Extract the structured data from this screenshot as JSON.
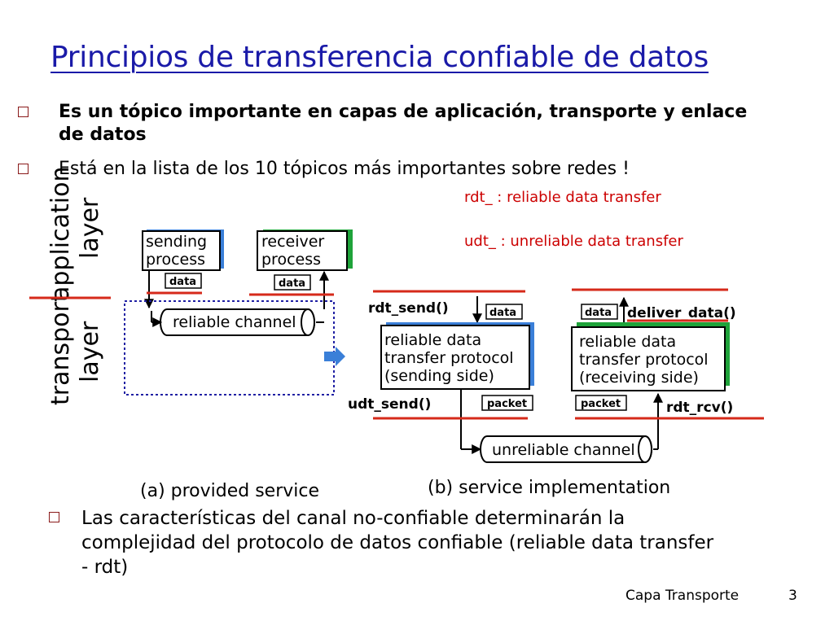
{
  "slide": {
    "title": "Principios de transferencia confiable de datos",
    "bullets": [
      "Es un tópico importante en capas de aplicación, transporte y enlace de datos",
      "Está en la lista de los 10 tópicos más importantes sobre redes !",
      "Las características del canal no-confiable determinarán la complejidad del protocolo de datos confiable (reliable data transfer - rdt)"
    ],
    "notes": {
      "rdt": "rdt_ : reliable data transfer",
      "udt": "udt_ : unreliable data transfer"
    },
    "footer": {
      "section": "Capa Transporte",
      "page": "3"
    }
  },
  "diagram": {
    "layers": {
      "application": "application layer",
      "application_l1": "application",
      "application_l2": "layer",
      "transport_l1": "transport",
      "transport_l2": "layer"
    },
    "a": {
      "sending_process_l1": "sending",
      "sending_process_l2": "process",
      "receiver_process_l1": "receiver",
      "receiver_process_l2": "process",
      "data": "data",
      "reliable_channel": "reliable channel",
      "caption": "(a)  provided service"
    },
    "b": {
      "rdt_send": "rdt_send()",
      "deliver_data": "deliver_data()",
      "data": "data",
      "sender_l1": "reliable data",
      "sender_l2": "transfer protocol",
      "sender_l3": "(sending side)",
      "receiver_l1": "reliable data",
      "receiver_l2": "transfer protocol",
      "receiver_l3": "(receiving side)",
      "udt_send": "udt_send()",
      "rdt_rcv": "rdt_rcv()",
      "packet": "packet",
      "unreliable_channel": "unreliable channel",
      "caption": "(b) service implementation"
    },
    "colors": {
      "blue": "#3a7fd8",
      "green": "#1fa33a",
      "red": "#d62a1a",
      "dotted": "#1f1fa3"
    }
  }
}
